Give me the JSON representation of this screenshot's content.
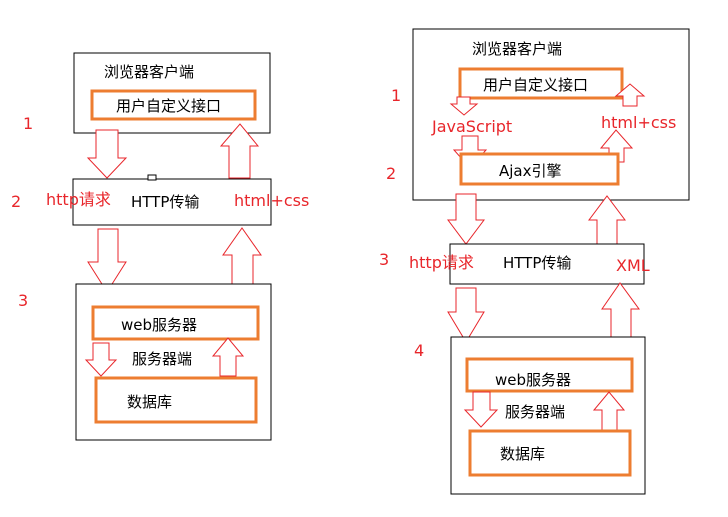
{
  "left": {
    "browser_client": "浏览器客户端",
    "custom_interface": "用户自定义接口",
    "http_request": "http请求",
    "http_transfer": "HTTP传输",
    "html_css": "html+css",
    "web_server": "web服务器",
    "server_side": "服务器端",
    "database": "数据库",
    "steps": [
      "1",
      "2",
      "3"
    ]
  },
  "right": {
    "browser_client": "浏览器客户端",
    "custom_interface": "用户自定义接口",
    "javascript": "JavaScript",
    "html_css": "html+css",
    "ajax_engine": "Ajax引擎",
    "http_request": "http请求",
    "http_transfer": "HTTP传输",
    "xml": "XML",
    "web_server": "web服务器",
    "server_side": "服务器端",
    "database": "数据库",
    "steps": [
      "1",
      "2",
      "3",
      "4"
    ]
  },
  "colors": {
    "arrow_stroke": "#e8262b",
    "inner_box_stroke": "#ed7d31",
    "label_red": "#e8262b"
  }
}
